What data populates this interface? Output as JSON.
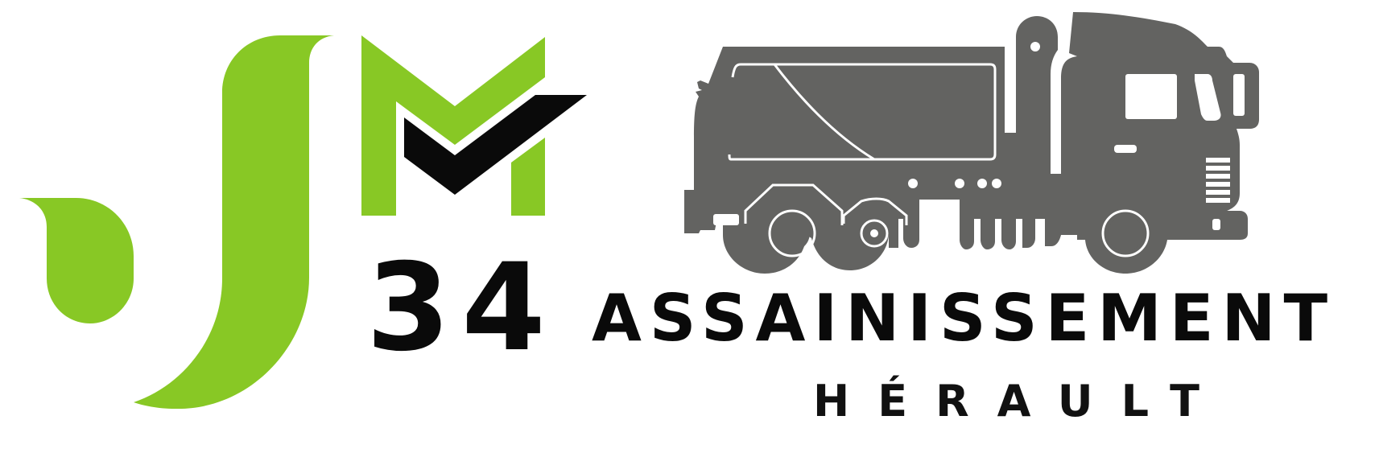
{
  "brand": {
    "number": "34",
    "name": "ASSAINISSEMENT",
    "region": "HÉRAULT"
  },
  "colors": {
    "green": "#88c825",
    "black": "#0a0a0a",
    "truck": "#636361"
  },
  "icons": [
    "jm-monogram-icon",
    "check-mark-icon",
    "vacuum-truck-icon"
  ]
}
